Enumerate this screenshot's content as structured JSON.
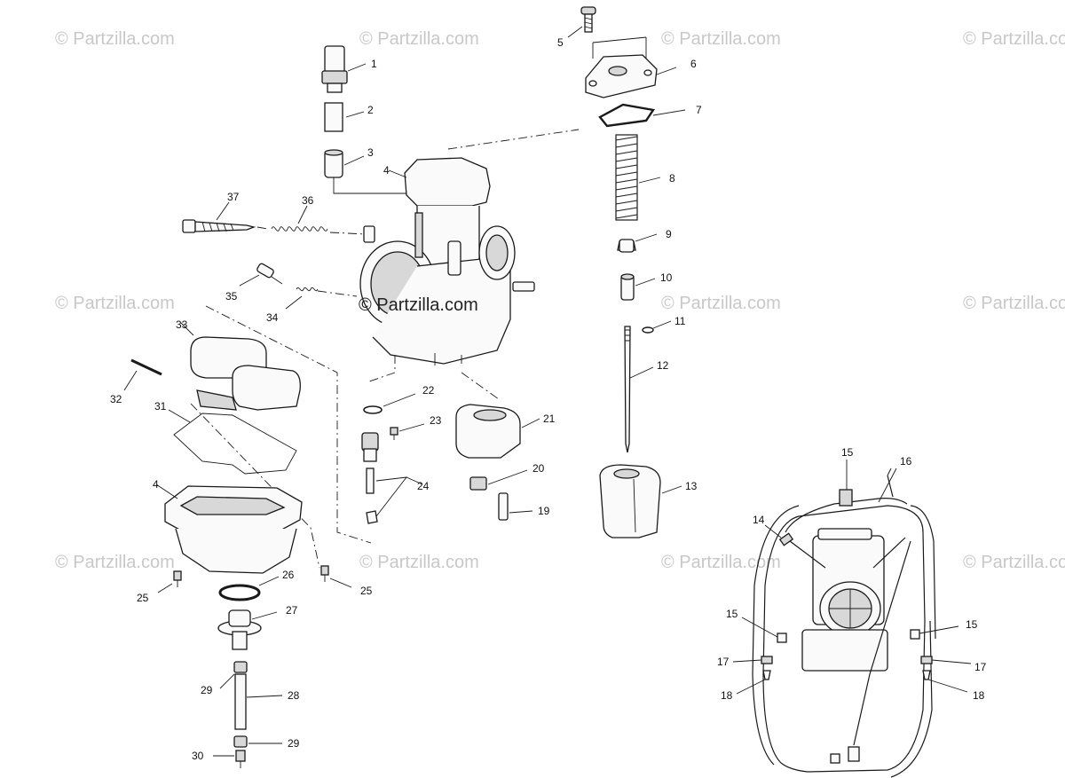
{
  "watermark": {
    "text": "© Partzilla.com",
    "center_text": "© Partzilla.com"
  },
  "callouts": {
    "c1": "1",
    "c2": "2",
    "c3": "3",
    "c4_top": "4",
    "c4_bottom": "4",
    "c5": "5",
    "c6": "6",
    "c7": "7",
    "c8": "8",
    "c9": "9",
    "c10": "10",
    "c11": "11",
    "c12": "12",
    "c13": "13",
    "c14": "14",
    "c15_top": "15",
    "c15_left": "15",
    "c15_right": "15",
    "c16": "16",
    "c17_left": "17",
    "c17_right": "17",
    "c18_left": "18",
    "c18_right": "18",
    "c19": "19",
    "c20": "20",
    "c21": "21",
    "c22": "22",
    "c23": "23",
    "c24": "24",
    "c25_left": "25",
    "c25_right": "25",
    "c26": "26",
    "c27": "27",
    "c28": "28",
    "c29_top": "29",
    "c29_bottom": "29",
    "c30": "30",
    "c31": "31",
    "c32": "32",
    "c33": "33",
    "c34": "34",
    "c35": "35",
    "c36": "36",
    "c37": "37"
  }
}
